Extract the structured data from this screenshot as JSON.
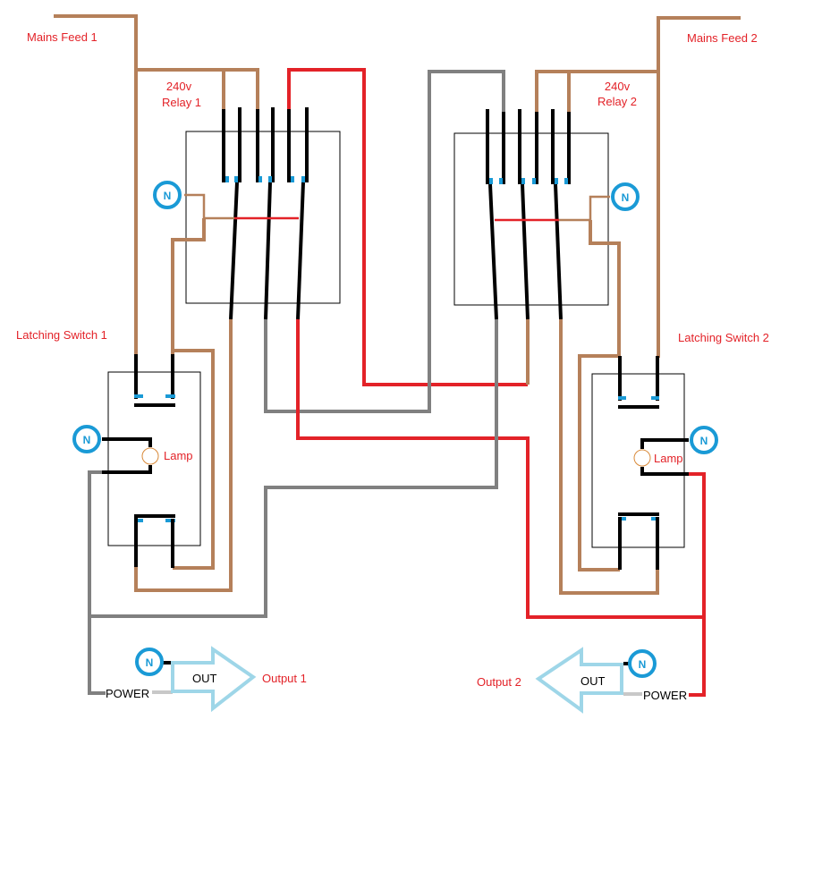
{
  "labels": {
    "mains_feed_1": "Mains Feed 1",
    "mains_feed_2": "Mains Feed 2",
    "relay_1_voltage": "240v",
    "relay_1": "Relay 1",
    "relay_2_voltage": "240v",
    "relay_2": "Relay 2",
    "latching_switch_1": "Latching Switch 1",
    "latching_switch_2": "Latching Switch 2",
    "lamp_1": "Lamp",
    "lamp_2": "Lamp",
    "output_1": "Output 1",
    "output_2": "Output 2",
    "out_1": "OUT",
    "out_2": "OUT",
    "power_1": "POWER",
    "power_2": "POWER",
    "neutral": "N"
  },
  "colors": {
    "live_brown": "#b5805a",
    "red_wire": "#e32228",
    "gray_wire": "#808080",
    "neutral_blue": "#1a9ad6",
    "output_arrow": "#9ed6e8"
  }
}
